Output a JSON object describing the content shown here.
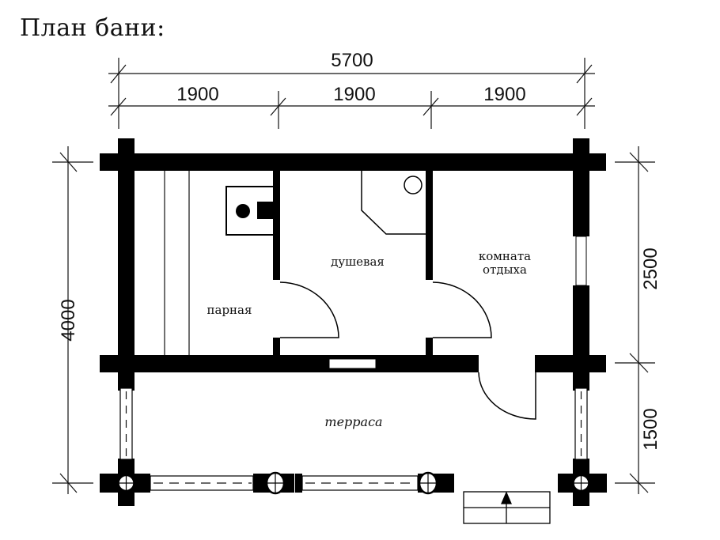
{
  "title": "План бани:",
  "dimensions": {
    "total_width": "5700",
    "segments": [
      "1900",
      "1900",
      "1900"
    ],
    "total_height": "4000",
    "right_upper": "2500",
    "right_lower": "1500"
  },
  "rooms": {
    "steam_room": "парная",
    "shower": "душевая",
    "rest_room_line1": "комната",
    "rest_room_line2": "отдыха",
    "terrace": "терраса"
  },
  "colors": {
    "wall": "#000000",
    "line": "#111111",
    "background": "#ffffff"
  }
}
